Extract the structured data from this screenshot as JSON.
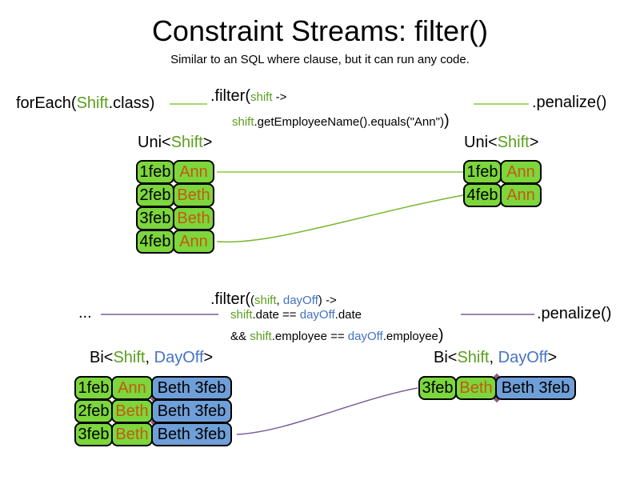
{
  "slide": {
    "title": "Constraint Streams: filter()",
    "subtitle": "Similar to an SQL where clause, but it can run any code."
  },
  "palette": {
    "green_text": "#5a9e1f",
    "green_line": "#8cc63f",
    "green_fill": "#7cd63c",
    "orange_text": "#c55a11",
    "blue_text": "#4472c4",
    "blue_fill": "#6f9fd8",
    "purple_line": "#7b5c99",
    "box_border": "#000000"
  },
  "stream1": {
    "source": {
      "prefix": "forEach(",
      "type": "Shift",
      "suffix": ".class)"
    },
    "filter": {
      "fn": ".filter(",
      "param": "shift",
      "arrow": " ->",
      "body_var": "shift",
      "body": ".getEmployeeName().equals(\"Ann\")",
      "close": ")"
    },
    "penalize": ".penalize()",
    "input_header": {
      "prefix": "Uni<",
      "type": "Shift",
      "suffix": ">"
    },
    "output_header": {
      "prefix": "Uni<",
      "type": "Shift",
      "suffix": ">"
    },
    "input_rows": [
      {
        "date": "1feb",
        "employee": "Ann"
      },
      {
        "date": "2feb",
        "employee": "Beth"
      },
      {
        "date": "3feb",
        "employee": "Beth"
      },
      {
        "date": "4feb",
        "employee": "Ann"
      }
    ],
    "output_rows": [
      {
        "date": "1feb",
        "employee": "Ann"
      },
      {
        "date": "4feb",
        "employee": "Ann"
      }
    ]
  },
  "stream2": {
    "source": "...",
    "filter": {
      "fn": ".filter(",
      "open": "(",
      "param1": "shift",
      "comma": ", ",
      "param2": "dayOff",
      "close_arrow": ") ->",
      "l1_var1": "shift",
      "l1_mid": ".date == ",
      "l1_var2": "dayOff",
      "l1_end": ".date",
      "l2_prefix": "&& ",
      "l2_var1": "shift",
      "l2_mid": ".employee == ",
      "l2_var2": "dayOff",
      "l2_end": ".employee",
      "close": ")"
    },
    "penalize": ".penalize()",
    "input_header": {
      "prefix": "Bi<",
      "type1": "Shift",
      "comma": ", ",
      "type2": "DayOff",
      "suffix": ">"
    },
    "output_header": {
      "prefix": "Bi<",
      "type1": "Shift",
      "comma": ", ",
      "type2": "DayOff",
      "suffix": ">"
    },
    "input_rows": [
      {
        "date": "1feb",
        "employee": "Ann",
        "dayoff": "Beth 3feb"
      },
      {
        "date": "2feb",
        "employee": "Beth",
        "dayoff": "Beth 3feb"
      },
      {
        "date": "3feb",
        "employee": "Beth",
        "dayoff": "Beth 3feb"
      }
    ],
    "output_rows": [
      {
        "date": "3feb",
        "employee": "Beth",
        "dayoff": "Beth 3feb"
      }
    ]
  }
}
